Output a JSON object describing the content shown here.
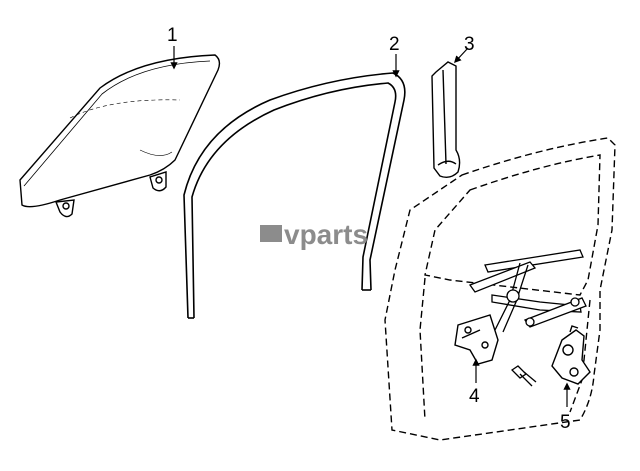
{
  "watermark": {
    "text": "vparts"
  },
  "callouts": [
    {
      "number": "1"
    },
    {
      "number": "2"
    },
    {
      "number": "3"
    },
    {
      "number": "4"
    },
    {
      "number": "5"
    }
  ]
}
